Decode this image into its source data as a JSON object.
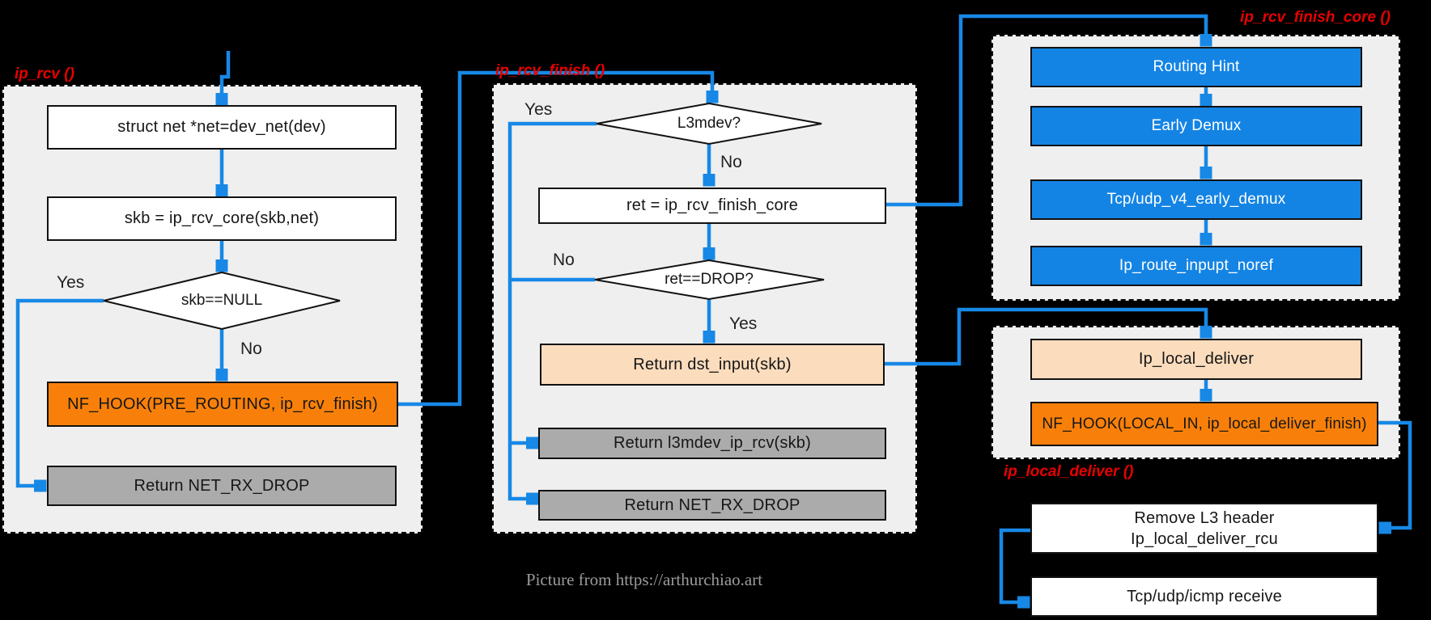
{
  "panels": {
    "ip_rcv": {
      "label": "ip_rcv ()",
      "box_struct_net": "struct net *net=dev_net(dev)",
      "box_skb_core": "skb = ip_rcv_core(skb,net)",
      "diamond_skb_null": "skb==NULL",
      "yes": "Yes",
      "no": "No",
      "nf_hook": "NF_HOOK(PRE_ROUTING, ip_rcv_finish)",
      "return_drop": "Return NET_RX_DROP"
    },
    "ip_rcv_finish": {
      "label": "ip_rcv_finish ()",
      "diamond_l3mdev": "L3mdev?",
      "yes_l3mdev": "Yes",
      "no_l3mdev": "No",
      "box_ret": "ret = ip_rcv_finish_core",
      "diamond_ret_drop": "ret==DROP?",
      "no_ret_drop": "No",
      "yes_ret_drop": "Yes",
      "box_dst_input": "Return dst_input(skb)",
      "box_l3mdev_rcv": "Return l3mdev_ip_rcv(skb)",
      "return_drop": "Return NET_RX_DROP"
    },
    "ip_rcv_finish_core": {
      "label": "ip_rcv_finish_core ()",
      "steps": [
        "Routing Hint",
        "Early Demux",
        "Tcp/udp_v4_early_demux",
        "Ip_route_inpupt_noref"
      ]
    },
    "ip_local_deliver": {
      "label": "ip_local_deliver ()",
      "box_deliver": "Ip_local_deliver",
      "nf_hook": "NF_HOOK(LOCAL_IN, ip_local_deliver_finish)"
    }
  },
  "output_boxes": {
    "remove_l3_line1": "Remove L3 header",
    "remove_l3_line2": "Ip_local_deliver_rcu",
    "tcp_udp_icmp": "Tcp/udp/icmp receive"
  },
  "caption": "Picture from https://arthurchiao.art",
  "colors": {
    "arrow_blue": "#1788e6",
    "step_blue": "#1484e4",
    "nf_hook_orange": "#f8800a",
    "peach": "#fbdcbd",
    "gray_box": "#ababab",
    "panel_gray": "#efefef",
    "label_red": "#e80000",
    "background": "#000000",
    "caption_gray": "#9b9b9b"
  }
}
